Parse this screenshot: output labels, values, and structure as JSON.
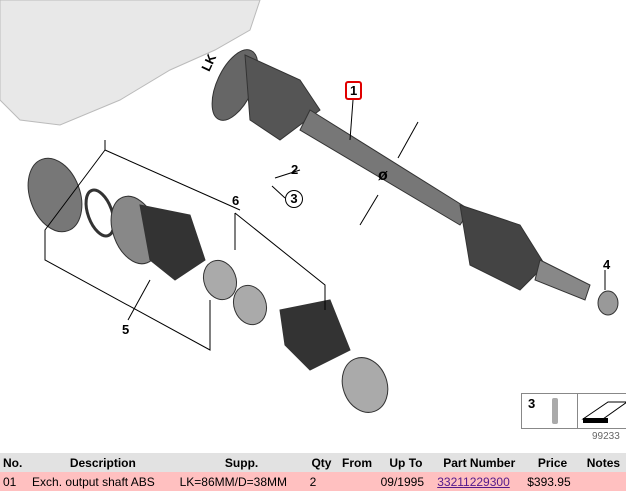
{
  "diagram": {
    "callouts": [
      "1",
      "2",
      "3",
      "4",
      "5",
      "6"
    ],
    "dimension_labels": {
      "lk": "LK",
      "diameter": "ø"
    },
    "plate": {
      "item": "3"
    },
    "image_number": "99233",
    "highlight_color": "#e00000"
  },
  "table": {
    "headers": [
      "No.",
      "Description",
      "Supp.",
      "Qty",
      "From",
      "Up To",
      "Part Number",
      "Price",
      "Notes"
    ],
    "rows": [
      {
        "no": "01",
        "description": "Exch. output shaft ABS",
        "supp": "LK=86MM/D=38MM",
        "qty": "2",
        "from": "",
        "up_to": "09/1995",
        "part_number": "33211229300",
        "price": "$393.95",
        "notes": ""
      }
    ]
  }
}
